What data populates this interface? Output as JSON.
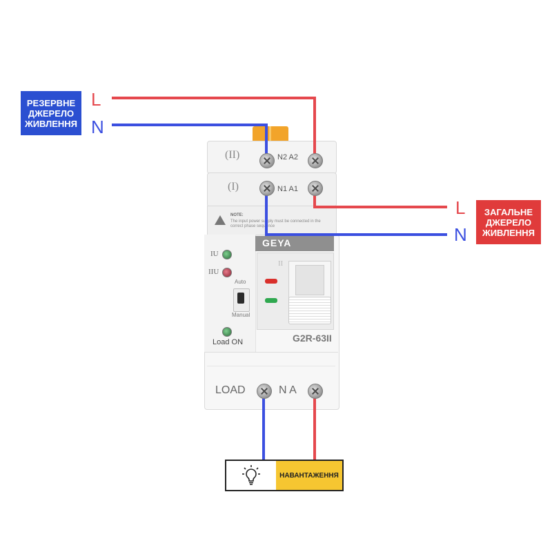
{
  "backup_source": {
    "label": "РЕЗЕРВНЕ ДЖЕРЕЛО ЖИВЛЕННЯ",
    "line_letter": "L",
    "neutral_letter": "N",
    "color": "#2b4fd1"
  },
  "main_source": {
    "label": "ЗАГАЛЬНЕ ДЖЕРЕЛО ЖИВЛЕННЯ",
    "line_letter": "L",
    "neutral_letter": "N",
    "color": "#e03b3b"
  },
  "wire_colors": {
    "line": "#e5484d",
    "neutral": "#3b4fe0"
  },
  "device": {
    "brand": "GEYA",
    "model": "G2R-63II",
    "terminals_top_1": "N2 A2",
    "terminals_top_2": "N1 A1",
    "mark_top_1": "(II)",
    "mark_top_2": "(I)",
    "note_title": "NOTE:",
    "note_text": "The input power supply must be connected in the correct phase sequence",
    "led_1": "IU",
    "led_2": "IIU",
    "switch_top": "Auto",
    "switch_bottom": "Manual",
    "load_on": "Load ON",
    "indicator_mark": "II",
    "bottom_load": "LOAD",
    "bottom_na": "N A"
  },
  "load": {
    "label": "НАВАНТАЖЕННЯ",
    "icon": "lightbulb-icon",
    "color": "#f6c631"
  }
}
